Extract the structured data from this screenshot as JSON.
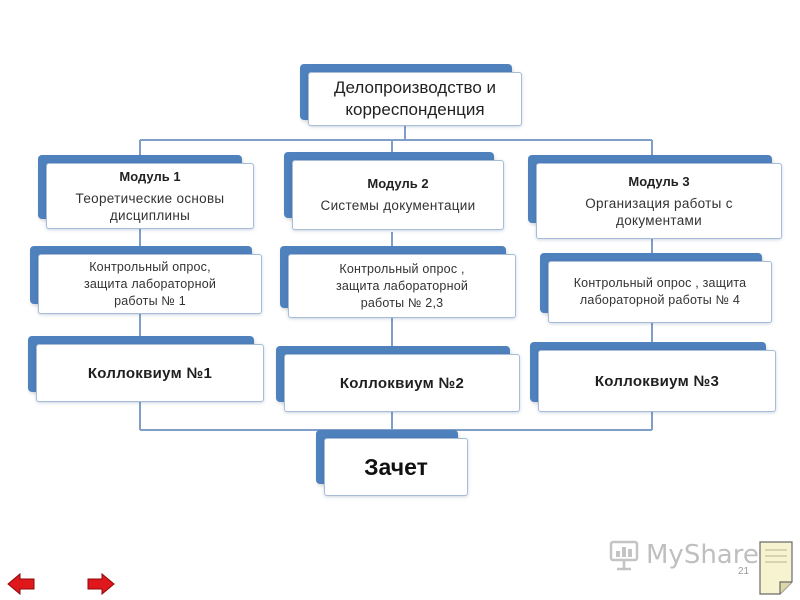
{
  "colors": {
    "block_back": "#4f81bd",
    "box_border": "#a6bcd8",
    "connector": "#7f9fc8",
    "nav_arrow": "#e0181b"
  },
  "root": {
    "lines": [
      "Делопроизводство и",
      "корреспонденция"
    ]
  },
  "modules": [
    {
      "heading": "Модуль 1",
      "lines": [
        "Теоретические основы",
        "дисциплины"
      ],
      "control_lines": [
        "Контрольный опрос,",
        "защита лабораторной",
        "работы № 1"
      ],
      "colloquium": "Коллоквиум №1"
    },
    {
      "heading": "Модуль 2",
      "lines": [
        "Системы документации"
      ],
      "control_lines": [
        "Контрольный опрос ,",
        "защита лабораторной",
        "работы № 2,3"
      ],
      "colloquium": "Коллоквиум №2"
    },
    {
      "heading": "Модуль 3",
      "lines": [
        "Организация работы с",
        "документами"
      ],
      "control_lines": [
        "Контрольный опрос , защита",
        "лабораторной работы № 4"
      ],
      "colloquium": "Коллоквиум №3"
    }
  ],
  "final": {
    "label": "Зачет"
  },
  "footer": {
    "watermark": "MyShared",
    "page_number": "21",
    "watermark_icon": "presentation-board-icon",
    "prev_icon": "arrow-left-icon",
    "next_icon": "arrow-right-icon"
  }
}
